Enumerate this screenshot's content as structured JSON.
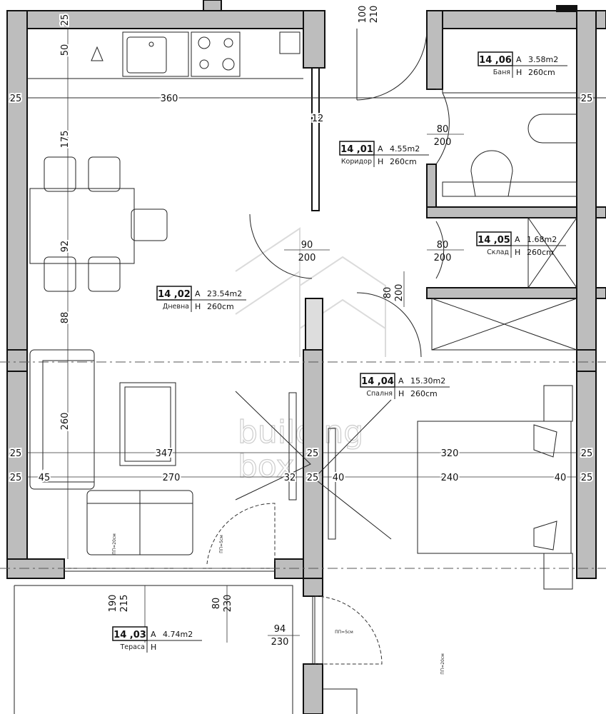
{
  "plan": {
    "rooms": [
      {
        "number": "14 ,06",
        "area_label": "A",
        "area": "3.58m2",
        "name": "Баня",
        "height_label": "H",
        "height": "260cm"
      },
      {
        "number": "14 ,01",
        "area_label": "A",
        "area": "4.55m2",
        "name": "Коридор",
        "height_label": "H",
        "height": "260cm"
      },
      {
        "number": "14 ,05",
        "area_label": "A",
        "area": "1.68m2",
        "name": "Склад",
        "height_label": "H",
        "height": "260cm"
      },
      {
        "number": "14 ,02",
        "area_label": "A",
        "area": "23.54m2",
        "name": "Дневна",
        "height_label": "H",
        "height": "260cm"
      },
      {
        "number": "14 ,04",
        "area_label": "A",
        "area": "15.30m2",
        "name": "Спалня",
        "height_label": "H",
        "height": "260cm"
      },
      {
        "number": "14 ,03",
        "area_label": "A",
        "area": "4.74m2",
        "name": "Тераса",
        "height_label": "H",
        "height": ""
      }
    ],
    "dimensions": [
      "25",
      "50",
      "360",
      "25",
      "25",
      "175",
      "12",
      "92",
      "88",
      "260",
      "347",
      "25",
      "25",
      "320",
      "25",
      "25",
      "45",
      "270",
      "32",
      "25",
      "40",
      "240",
      "40",
      "25"
    ],
    "openings": [
      {
        "width": "100",
        "height": "210"
      },
      {
        "width": "80",
        "height": "200"
      },
      {
        "width": "90",
        "height": "200"
      },
      {
        "width": "80",
        "height": "200"
      },
      {
        "width": "80",
        "height": "200"
      },
      {
        "width": "190",
        "height": "215"
      },
      {
        "width": "80",
        "height": "230"
      },
      {
        "width": "94",
        "height": "230"
      }
    ],
    "notes": [
      "ПП=20см",
      "ПП=5см",
      "ПП=5см",
      "ПП=20см"
    ],
    "watermark": "building box"
  }
}
